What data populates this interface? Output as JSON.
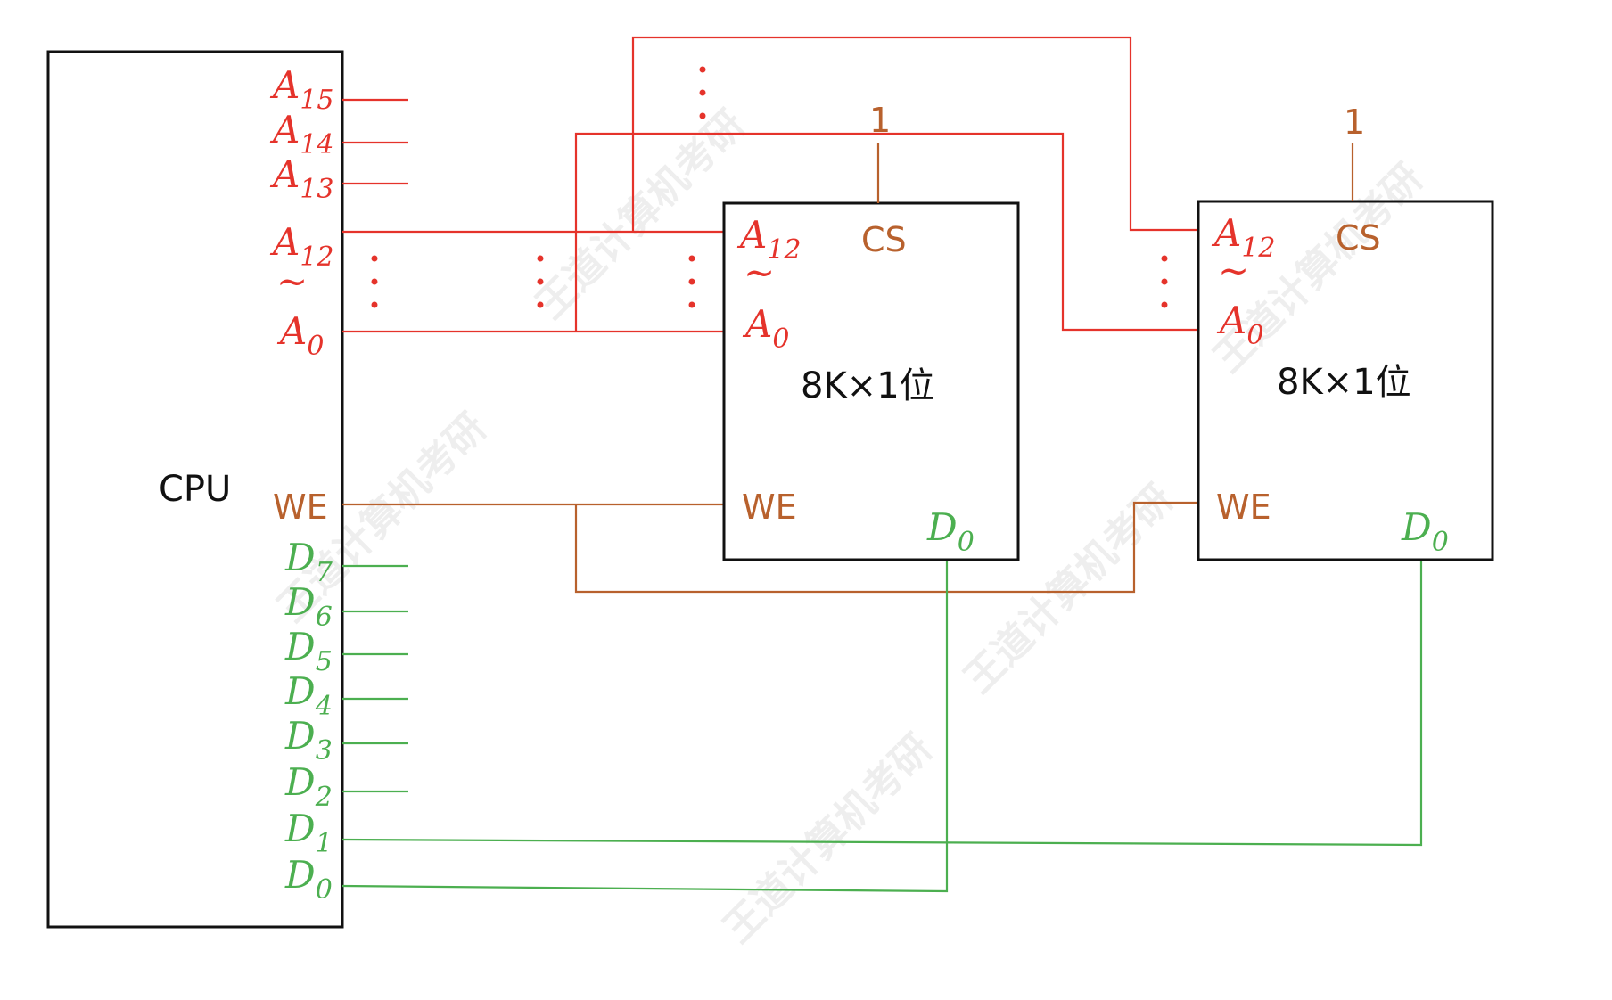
{
  "cpu": {
    "label": "CPU",
    "addr_labels": [
      {
        "base": "A",
        "sub": "15"
      },
      {
        "base": "A",
        "sub": "14"
      },
      {
        "base": "A",
        "sub": "13"
      },
      {
        "base": "A",
        "sub": "12"
      }
    ],
    "range_tilde": "~",
    "addr_low": {
      "base": "A",
      "sub": "0"
    },
    "we": "WE",
    "data_labels": [
      {
        "base": "D",
        "sub": "7"
      },
      {
        "base": "D",
        "sub": "6"
      },
      {
        "base": "D",
        "sub": "5"
      },
      {
        "base": "D",
        "sub": "4"
      },
      {
        "base": "D",
        "sub": "3"
      },
      {
        "base": "D",
        "sub": "2"
      },
      {
        "base": "D",
        "sub": "1"
      },
      {
        "base": "D",
        "sub": "0"
      }
    ]
  },
  "chips": [
    {
      "label": "8K×1位",
      "cs": "CS",
      "cs_value": "1",
      "addr_high": {
        "base": "A",
        "sub": "12"
      },
      "tilde": "~",
      "addr_low": {
        "base": "A",
        "sub": "0"
      },
      "we": "WE",
      "data": {
        "base": "D",
        "sub": "0"
      }
    },
    {
      "label": "8K×1位",
      "cs": "CS",
      "cs_value": "1",
      "addr_high": {
        "base": "A",
        "sub": "12"
      },
      "tilde": "~",
      "addr_low": {
        "base": "A",
        "sub": "0"
      },
      "we": "WE",
      "data": {
        "base": "D",
        "sub": "0"
      }
    }
  ],
  "colors": {
    "address": "#e5332b",
    "control": "#b8612d",
    "data": "#4caf50",
    "box": "#111111"
  },
  "watermark": {
    "text": "王道计算机考研",
    "url": "www.cskaoyan.com"
  }
}
